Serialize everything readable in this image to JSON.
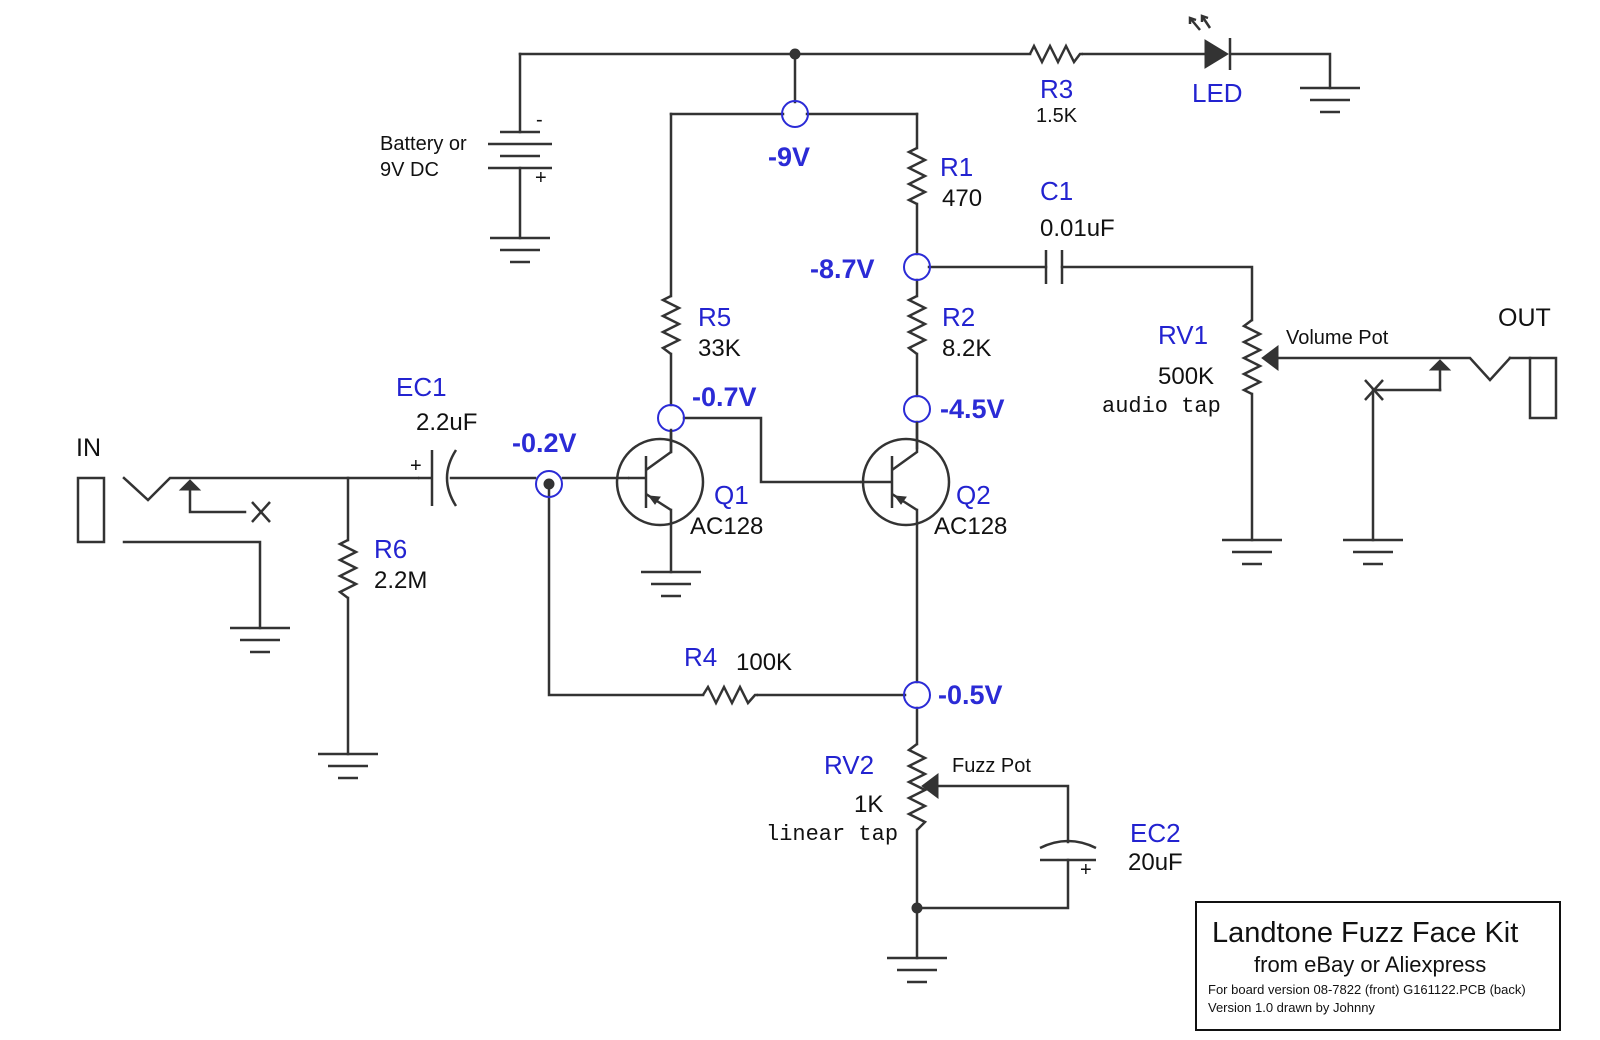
{
  "title_block": {
    "title": "Landtone Fuzz Face Kit",
    "subtitle": "from eBay or Aliexpress",
    "note_board": "For board version 08-7822 (front) G161122.PCB (back)",
    "note_version": "Version 1.0 drawn by Johnny"
  },
  "power": {
    "battery_line1": "Battery or",
    "battery_line2": "9V DC",
    "minus": "-",
    "plus": "+"
  },
  "components": {
    "r1": {
      "ref": "R1",
      "value": "470"
    },
    "r2": {
      "ref": "R2",
      "value": "8.2K"
    },
    "r3": {
      "ref": "R3",
      "value": "1.5K"
    },
    "r4": {
      "ref": "R4",
      "value": "100K"
    },
    "r5": {
      "ref": "R5",
      "value": "33K"
    },
    "r6": {
      "ref": "R6",
      "value": "2.2M"
    },
    "c1": {
      "ref": "C1",
      "value": "0.01uF"
    },
    "ec1": {
      "ref": "EC1",
      "value": "2.2uF",
      "polarity": "+"
    },
    "ec2": {
      "ref": "EC2",
      "value": "20uF",
      "polarity": "+"
    },
    "q1": {
      "ref": "Q1",
      "value": "AC128"
    },
    "q2": {
      "ref": "Q2",
      "value": "AC128"
    },
    "rv1": {
      "ref": "RV1",
      "value": "500K",
      "taper": "audio tap",
      "role": "Volume Pot"
    },
    "rv2": {
      "ref": "RV2",
      "value": "1K",
      "taper": "linear tap",
      "role": "Fuzz Pot"
    },
    "led": {
      "ref": "LED"
    }
  },
  "jacks": {
    "input": "IN",
    "output": "OUT"
  },
  "voltages": {
    "supply": "-9V",
    "q2_collector_top": "-8.7V",
    "q1_collector": "-0.7V",
    "q2_collector": "-4.5V",
    "q1_base": "-0.2V",
    "q2_emitter": "-0.5V"
  },
  "colors": {
    "reference_labels": "#2323d0",
    "voltage_labels": "#2b2bd6",
    "wires": "#333333"
  }
}
